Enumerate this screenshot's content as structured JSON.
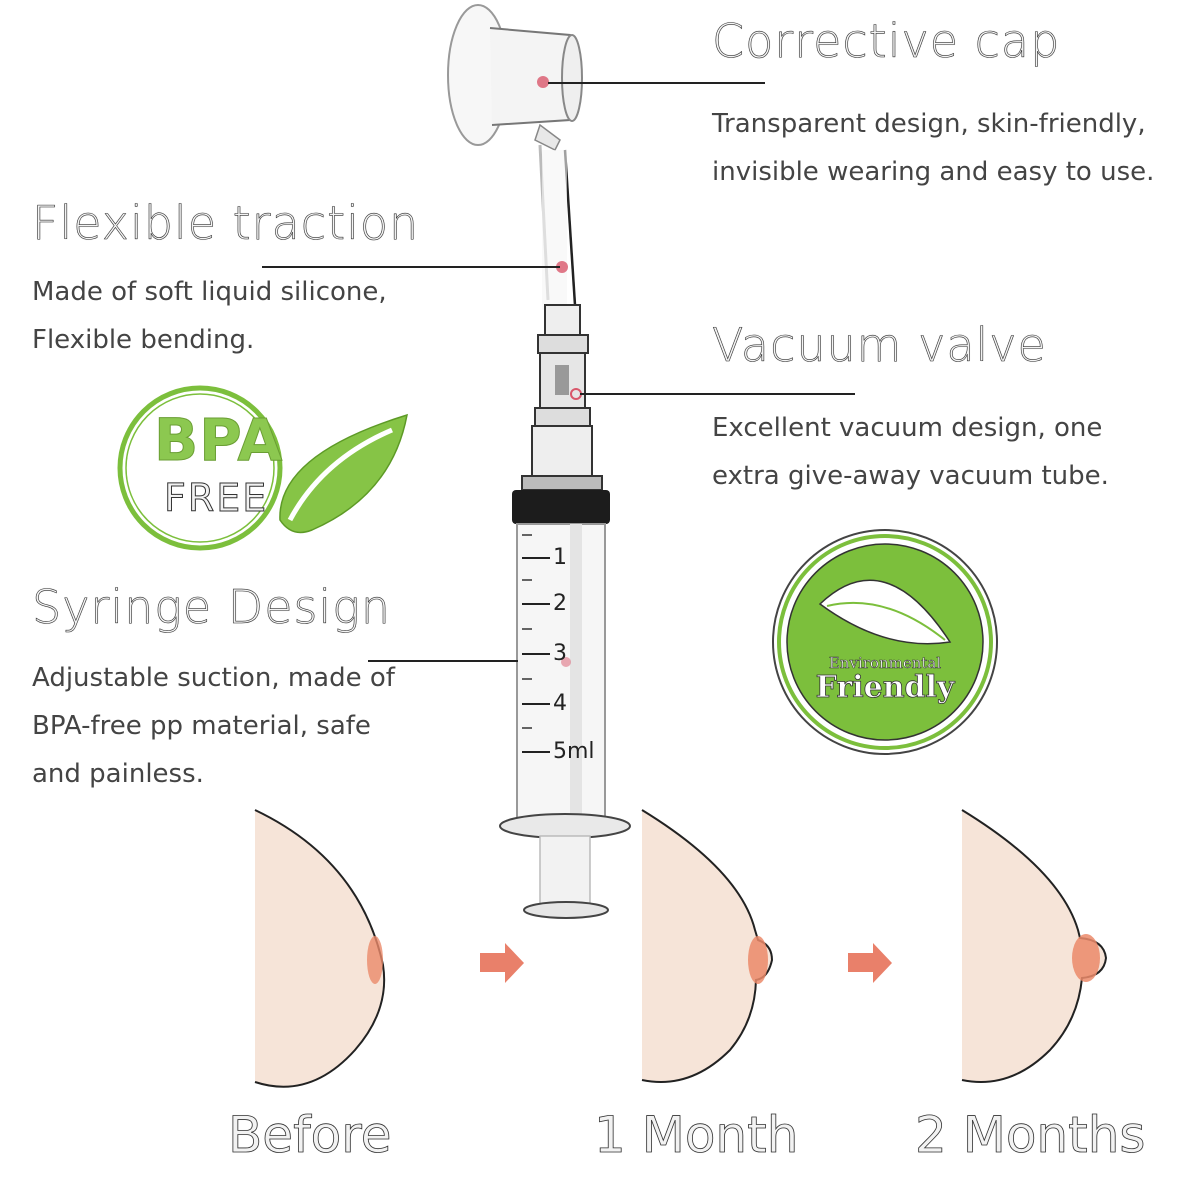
{
  "features": {
    "corrective_cap": {
      "title": "Corrective cap",
      "lines": [
        "Transparent design, skin-friendly,",
        "invisible wearing and easy to use."
      ]
    },
    "flexible_traction": {
      "title": "Flexible traction",
      "lines": [
        "Made of soft liquid silicone,",
        "Flexible bending."
      ]
    },
    "vacuum_valve": {
      "title": "Vacuum valve",
      "lines": [
        "Excellent vacuum design, one",
        "extra give-away vacuum tube."
      ]
    },
    "syringe_design": {
      "title": "Syringe Design",
      "lines": [
        "Adjustable suction, made of",
        "BPA-free pp material, safe",
        "and painless."
      ]
    }
  },
  "badges": {
    "bpa_free": {
      "line1": "BPA",
      "line2": "FREE",
      "icon": "leaf-icon"
    },
    "eco": {
      "line1": "Environmental",
      "line2": "Friendly",
      "icon": "leaf-icon"
    }
  },
  "syringe": {
    "scale_marks": [
      "1",
      "2",
      "3",
      "4",
      "5ml"
    ]
  },
  "progression": {
    "stages": [
      {
        "label": "Before"
      },
      {
        "label": "1 Month"
      },
      {
        "label": "2 Months"
      }
    ],
    "arrow_icon": "arrow-right-icon"
  },
  "colors": {
    "badge_green": "#7cbf3c",
    "skin": "#f6e4d8",
    "nipple": "#eb8a6a",
    "arrow": "#e9806a",
    "marker": "#d9576b"
  }
}
